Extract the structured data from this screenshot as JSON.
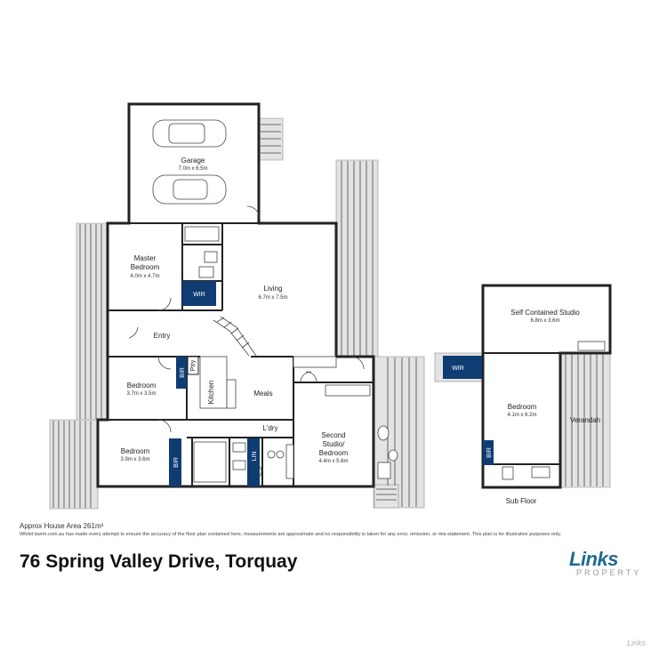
{
  "rooms": {
    "garage": {
      "name": "Garage",
      "dims": "7.0m x 6.5m"
    },
    "master": {
      "name1": "Master",
      "name2": "Bedroom",
      "dims": "4.0m x 4.7m"
    },
    "living": {
      "name": "Living",
      "dims": "6.7m x 7.5m"
    },
    "entry": {
      "name": "Entry"
    },
    "bedroom2": {
      "name": "Bedroom",
      "dims": "3.7m x 3.5m"
    },
    "kitchen": {
      "name": "Kitchen"
    },
    "meals": {
      "name": "Meals"
    },
    "bedroom3": {
      "name": "Bedroom",
      "dims": "3.9m x 3.6m"
    },
    "laundry": {
      "name": "L'dry"
    },
    "second_studio": {
      "name1": "Second",
      "name2": "Studio/",
      "name3": "Bedroom",
      "dims": "4.4m x 5.6m"
    },
    "studio": {
      "name": "Self Contained Studio",
      "dims": "6.8m x 3.6m"
    },
    "studio_bedroom": {
      "name": "Bedroom",
      "dims": "4.1m x 6.2m"
    },
    "verandah": {
      "name": "Verandah"
    }
  },
  "tags": {
    "wir": "WIR",
    "bir": "BIR",
    "ptry": "Ptry",
    "lin": "LIN"
  },
  "sub_floor": "Sub Floor",
  "footer": {
    "area": "Approx House Area 261m²",
    "disclaimer": "Whilst bwrm.com.au has made every attempt to ensure the accuracy of the floor plan contained here, measurements are approximate and no responsibility is taken for any error, omission, or mis-statement. This plan is for illustrative purposes only.",
    "address": "76 Spring Valley Drive, Torquay"
  },
  "logo": {
    "main": "Links",
    "sub": "PROPERTY"
  },
  "watermark": "Links",
  "colors": {
    "tag_blue": "#0f3d73",
    "logo_blue": "#1f6b8f",
    "deck_grey": "#e3e3e3"
  }
}
